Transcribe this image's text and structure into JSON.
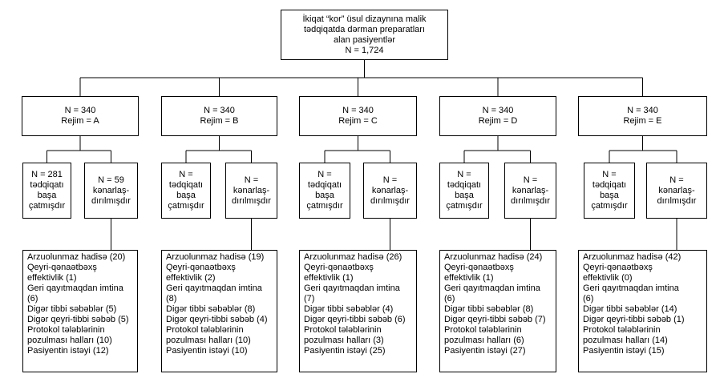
{
  "root": {
    "lines": [
      "İkiqat “kor” üsul dizaynına malik",
      "tədqiqatda dərman preparatları",
      "alan pasiyentlər",
      "N = 1,724"
    ]
  },
  "arms": [
    {
      "n": "N = 340",
      "regimen": "Rejim = A",
      "completed": [
        "N = 281",
        "tədqiqatı",
        "başa",
        "çatmışdır"
      ],
      "excluded": [
        "N = 59",
        "kənarlaş-",
        "dırılmışdır"
      ],
      "reasons": [
        "Arzuolunmaz hadisə (20)",
        "Qeyri-qənaətbəxş\neffektivlik (1)",
        "Geri qayıtmaqdan imtina\n(6)",
        "Digər tibbi səbəblər (5)",
        "Digər qeyri-tibbi səbəb (5)",
        "Protokol tələblərinin\npozulması halları (10)",
        "Pasiyentin istəyi (12)"
      ]
    },
    {
      "n": "N = 340",
      "regimen": "Rejim = B",
      "completed": [
        "N =",
        "tədqiqatı",
        "başa",
        "çatmışdır"
      ],
      "excluded": [
        "N =",
        "kənarlaş-",
        "dırılmışdır"
      ],
      "reasons": [
        "Arzuolunmaz hadisə (19)",
        "Qeyri-qənaətbəxş\neffektivlik (2)",
        "Geri qayıtmaqdan imtina\n(8)",
        "Digər tibbi səbəblər (8)",
        "Digər qeyri-tibbi səbəb (4)",
        "Protokol tələblərinin\npozulması halları (10)",
        "Pasiyentin istəyi (10)"
      ]
    },
    {
      "n": "N = 340",
      "regimen": "Rejim = C",
      "completed": [
        "N =",
        "tədqiqatı",
        "başa",
        "çatmışdır"
      ],
      "excluded": [
        "N =",
        "kənarlaş-",
        "dırılmışdır"
      ],
      "reasons": [
        "Arzuolunmaz hadisə (26)",
        "Qeyri-qənaətbəxş\neffektivlik (1)",
        "Geri qayıtmaqdan imtina\n(7)",
        "Digər tibbi səbəblər (4)",
        "Digər qeyri-tibbi səbəb (6)",
        "Protokol tələblərinin\npozulması halları (3)",
        "Pasiyentin istəyi (25)"
      ]
    },
    {
      "n": "N = 340",
      "regimen": "Rejim = D",
      "completed": [
        "N =",
        "tədqiqatı",
        "başa",
        "çatmışdır"
      ],
      "excluded": [
        "N =",
        "kənarlaş-",
        "dırılmışdır"
      ],
      "reasons": [
        "Arzuolunmaz hadisə (24)",
        "Qeyri-qənaətbəxş\neffektivlik (1)",
        "Geri qayıtmaqdan imtina\n(6)",
        "Digər tibbi səbəblər (8)",
        "Digər qeyri-tibbi səbəb (7)",
        "Protokol tələblərinin\npozulması halları (6)",
        "Pasiyentin istəyi (27)"
      ]
    },
    {
      "n": "N = 340",
      "regimen": "Rejim = E",
      "completed": [
        "N =",
        "tədqiqatı",
        "başa",
        "çatmışdır"
      ],
      "excluded": [
        "N =",
        "kənarlaş-",
        "dırılmışdır"
      ],
      "reasons": [
        "Arzuolunmaz hadisə (42)",
        "Qeyri-qənaətbəxş\neffektivlik (0)",
        "Geri qayıtmaqdan imtina\n(6)",
        "Digər tibbi səbəblər (14)",
        "Digər qeyri-tibbi səbəb (1)",
        "Protokol tələblərinin\npozulması halları (14)",
        "Pasiyentin istəyi (15)"
      ]
    }
  ]
}
